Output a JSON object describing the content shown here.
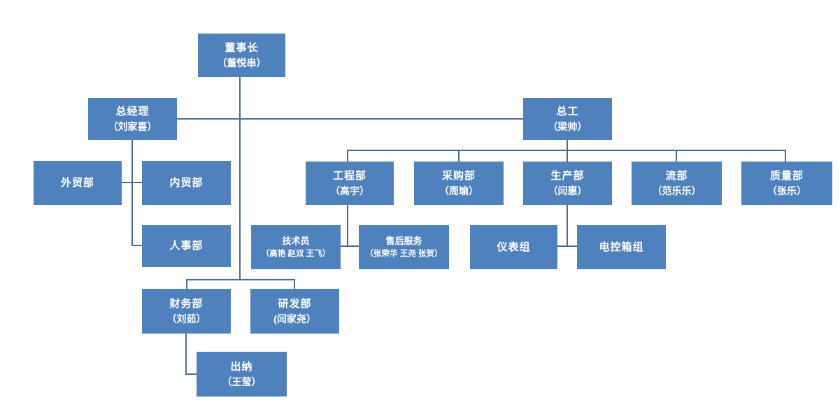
{
  "diagram": {
    "type": "org-chart",
    "box_color": "#4f81bd",
    "line_color": "#4a6b9a",
    "text_color": "#ffffff",
    "nodes": {
      "chairman": {
        "title": "董事长",
        "name": "（董悦串）"
      },
      "general_manager": {
        "title": "总经理",
        "name": "（刘家喜）"
      },
      "chief_engineer": {
        "title": "总工",
        "name": "（梁帅）"
      },
      "foreign_trade": {
        "title": "外贸部"
      },
      "domestic_trade": {
        "title": "内贸部"
      },
      "hr": {
        "title": "人事部"
      },
      "finance": {
        "title": "财务部",
        "name": "（刘茹）"
      },
      "rnd": {
        "title": "研发部",
        "name": "(闫家尧）"
      },
      "cashier": {
        "title": "出纳",
        "name": "（王莹）"
      },
      "engineering": {
        "title": "工程部",
        "name": "（高宇）"
      },
      "purchasing": {
        "title": "采购部",
        "name": "（周瑜）"
      },
      "production": {
        "title": "生产部",
        "name": "（闫惠）"
      },
      "logistics": {
        "title": "流部",
        "name": "（范乐乐）"
      },
      "quality": {
        "title": "质量部",
        "name": "（张乐）"
      },
      "technician": {
        "title": "技术员",
        "name": "（高艳 赵双 王飞）"
      },
      "after_sales": {
        "title": "售后服务",
        "name": "（张荣华 王尧 张贺）"
      },
      "instrument_group": {
        "title": "仪表组"
      },
      "ebox_group": {
        "title": "电控箱组"
      }
    }
  }
}
